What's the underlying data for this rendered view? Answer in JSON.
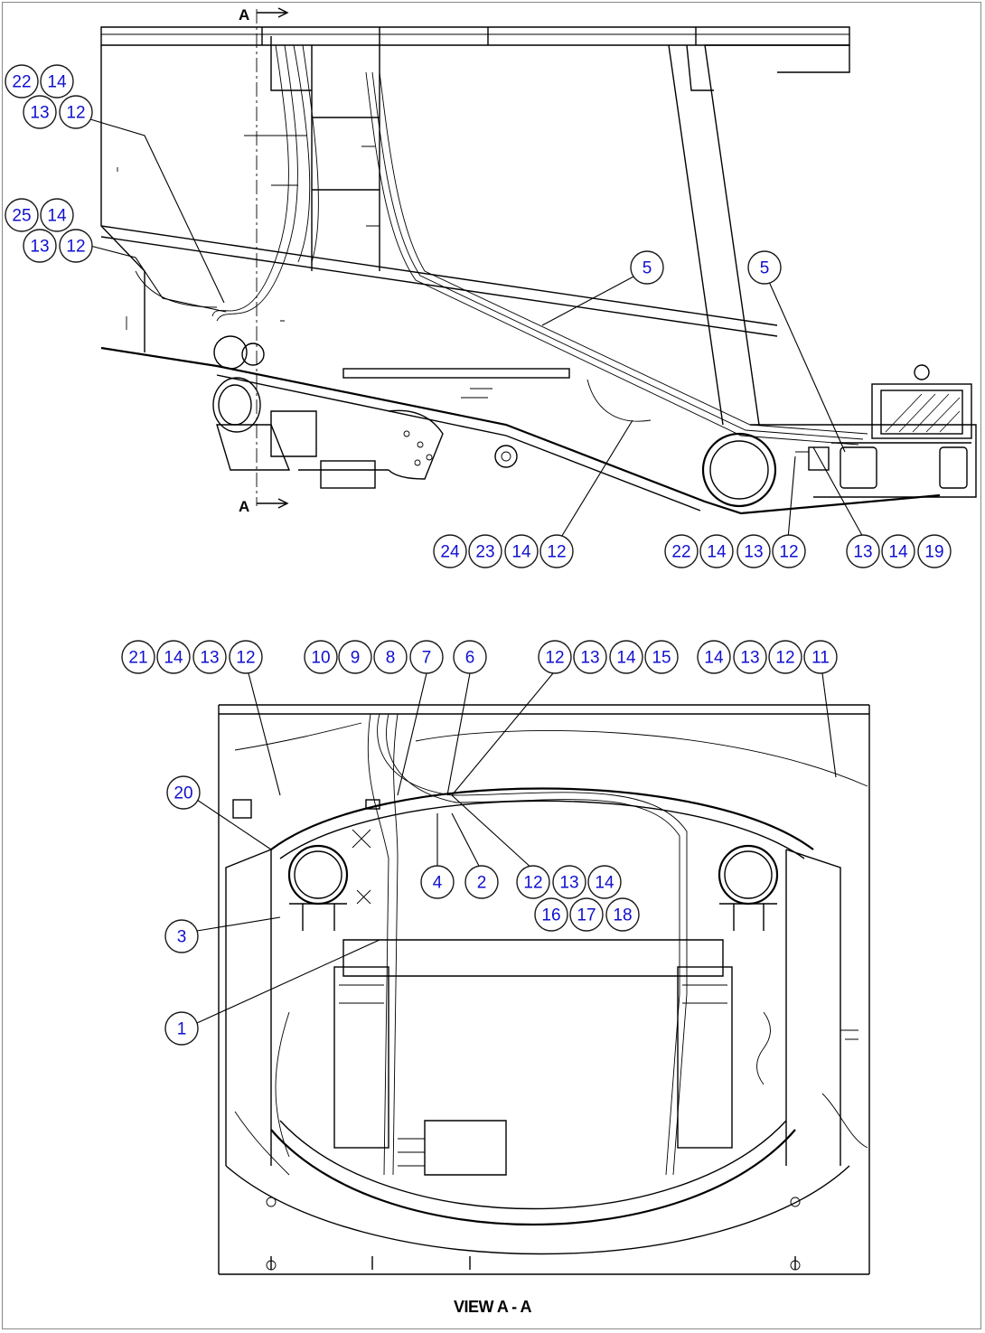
{
  "section_marks": {
    "top": "A",
    "bottom": "A"
  },
  "caption": "VIEW A - A",
  "upper_view": {
    "groups": [
      [
        "22",
        "14",
        "13",
        "12"
      ],
      [
        "25",
        "14",
        "13",
        "12"
      ],
      [
        "5"
      ],
      [
        "5"
      ],
      [
        "24",
        "23",
        "14",
        "12"
      ],
      [
        "22",
        "14",
        "13",
        "12"
      ],
      [
        "13",
        "14",
        "19"
      ]
    ]
  },
  "lower_view": {
    "groups": [
      [
        "21",
        "14",
        "13",
        "12"
      ],
      [
        "10",
        "9",
        "8",
        "7"
      ],
      [
        "6"
      ],
      [
        "12",
        "13",
        "14",
        "15"
      ],
      [
        "14",
        "13",
        "12",
        "11"
      ],
      [
        "20"
      ],
      [
        "4"
      ],
      [
        "2"
      ],
      [
        "12",
        "13",
        "14",
        "16",
        "17",
        "18"
      ],
      [
        "3"
      ],
      [
        "1"
      ]
    ]
  },
  "colors": {
    "callout_text": "#1010d0",
    "line": "#000000",
    "background": "#ffffff"
  }
}
